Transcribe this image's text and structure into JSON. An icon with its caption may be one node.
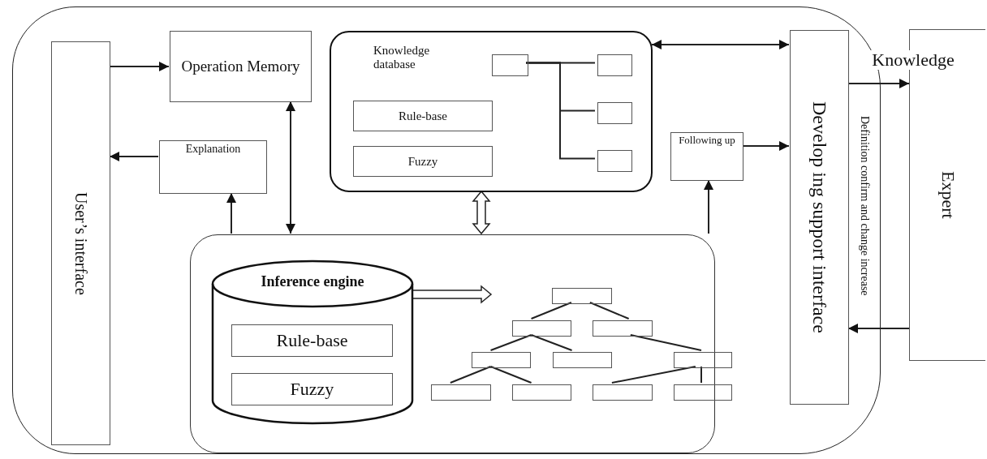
{
  "diagram": {
    "nodes": [
      {
        "text": [],
        "shape": "box"
      },
      {
        "text": [
          "User’s interface"
        ],
        "in": 0
      },
      {
        "text": [
          "Operation Memory"
        ],
        "in": 0
      },
      {
        "text": [
          "Explanation"
        ],
        "in": 0
      },
      {
        "text": [
          "Knowledge database"
        ],
        "in": 0
      },
      {
        "text": [
          "Rule-base"
        ],
        "in": 4
      },
      {
        "text": [
          "Fuzzy"
        ],
        "in": 4
      },
      {
        "text": [],
        "shape": "box",
        "in": 4
      },
      {
        "text": [],
        "shape": "box",
        "in": 4
      },
      {
        "text": [],
        "shape": "box",
        "in": 4
      },
      {
        "text": [],
        "shape": "box",
        "in": 4
      },
      {
        "text": [
          "Following up"
        ],
        "in": 0
      },
      {
        "text": [
          "Develop ing support interface"
        ],
        "in": 0
      },
      {
        "text": [
          "Expert"
        ]
      },
      {
        "text": [],
        "shape": "box",
        "in": 0
      },
      {
        "text": [
          "Inference engine"
        ],
        "in": 14
      },
      {
        "text": [
          "Rule-base"
        ],
        "in": 15
      },
      {
        "text": [
          "Fuzzy"
        ],
        "in": 15
      },
      {
        "text": [],
        "shape": "box",
        "in": 14
      },
      {
        "text": [],
        "shape": "box",
        "in": 14
      },
      {
        "text": [],
        "shape": "box",
        "in": 14
      },
      {
        "text": [],
        "shape": "box",
        "in": 14
      },
      {
        "text": [],
        "shape": "box",
        "in": 14
      },
      {
        "text": [],
        "shape": "box",
        "in": 14
      },
      {
        "text": [],
        "shape": "box",
        "in": 14
      },
      {
        "text": [],
        "shape": "box",
        "in": 14
      },
      {
        "text": [],
        "shape": "box",
        "in": 14
      },
      {
        "text": [],
        "shape": "box",
        "in": 14
      }
    ],
    "edges": [
      {
        "from": 1,
        "to": 2,
        "arrow": "to"
      },
      {
        "from": 3,
        "to": 1,
        "arrow": "to"
      },
      {
        "from": 14,
        "to": 3,
        "arrow": "to"
      },
      {
        "from": 2,
        "to": 14,
        "arrow": "both"
      },
      {
        "from": 4,
        "to": 12,
        "arrow": "both"
      },
      {
        "from": 4,
        "to": 14,
        "arrow": "both",
        "style": "thick"
      },
      {
        "from": 11,
        "to": 12,
        "arrow": "to"
      },
      {
        "from": 14,
        "to": 11,
        "arrow": "to"
      },
      {
        "from": 12,
        "to": 13,
        "arrow": "to",
        "label": "Knowledge"
      },
      {
        "from": 13,
        "to": 12,
        "arrow": "to",
        "label": "Definition confirm and change increase"
      },
      {
        "from": 15,
        "to": null,
        "arrow": "to",
        "style": "thick"
      },
      {
        "from": 7,
        "to": 8,
        "arrow": "none"
      },
      {
        "from": 7,
        "to": 9,
        "arrow": "none"
      },
      {
        "from": 7,
        "to": 10,
        "arrow": "none"
      },
      {
        "from": 18,
        "to": 19,
        "arrow": "none"
      },
      {
        "from": 18,
        "to": 20,
        "arrow": "none"
      },
      {
        "from": 19,
        "to": 21,
        "arrow": "none"
      },
      {
        "from": 19,
        "to": 22,
        "arrow": "none"
      },
      {
        "from": 20,
        "to": 23,
        "arrow": "none"
      },
      {
        "from": 21,
        "to": 24,
        "arrow": "none"
      },
      {
        "from": 21,
        "to": 25,
        "arrow": "none"
      },
      {
        "from": 23,
        "to": 26,
        "arrow": "none"
      },
      {
        "from": 23,
        "to": 27,
        "arrow": "none"
      }
    ]
  }
}
